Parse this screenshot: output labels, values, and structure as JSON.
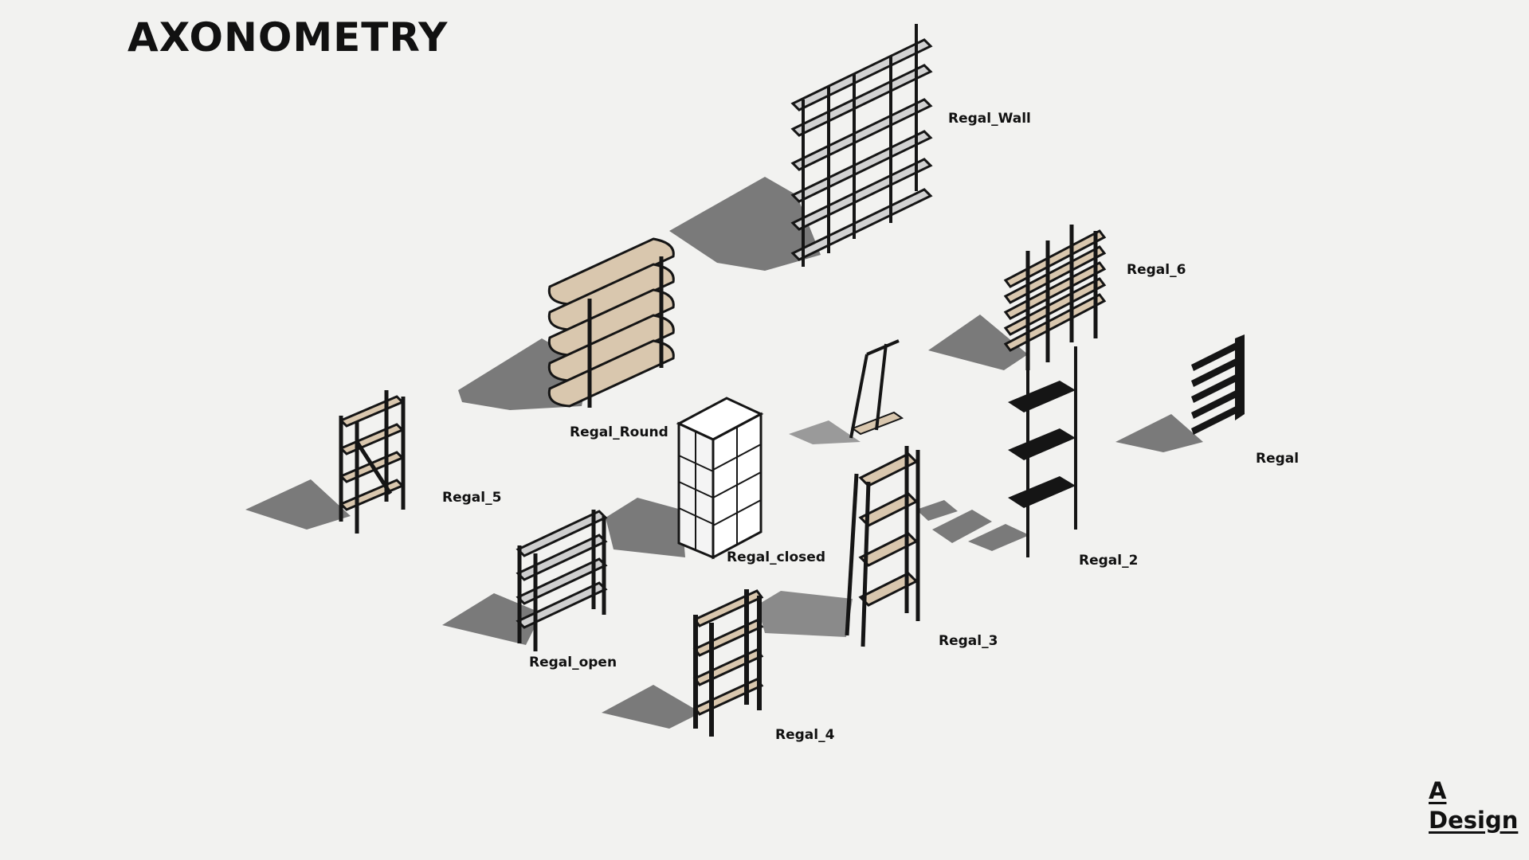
{
  "page": {
    "title": "AXONOMETRY"
  },
  "colors": {
    "background": "#f2f2f0",
    "frame": "#151515",
    "wood": "#d9c7ae",
    "shadow": "#7a7a7a",
    "grey_shelf": "#cfcfcf",
    "white": "#ffffff"
  },
  "items": {
    "regal_wall": "Regal_Wall",
    "regal_6": "Regal_6",
    "regal_round": "Regal_Round",
    "regal": "Regal",
    "regal_5": "Regal_5",
    "regal_closed": "Regal_closed",
    "regal_2": "Regal_2",
    "regal_open": "Regal_open",
    "regal_3": "Regal_3",
    "regal_4": "Regal_4"
  },
  "brand": {
    "line1": "A",
    "line2": "Design"
  }
}
